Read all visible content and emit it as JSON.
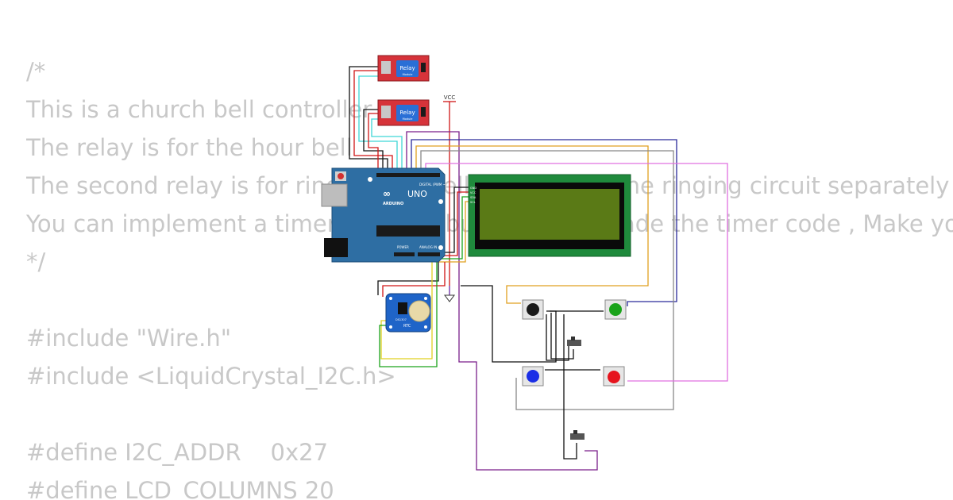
{
  "code": {
    "lines": [
      "/*",
      "This is a church bell controller",
      "The relay is for the hour bell",
      "The second relay is for ringing the bell. Implement the ringing circuit separately",
      "You can implement a timer function but I haven't made the timer code , Make your own",
      "*/",
      "",
      "#include \"Wire.h\"",
      "#include <LiquidCrystal_I2C.h>",
      "",
      "#define I2C_ADDR    0x27",
      "#define LCD_COLUMNS 20"
    ]
  },
  "diagram": {
    "relay_label": "Relay",
    "relay_sub": "Module",
    "vcc_label": "VCC",
    "arduino_model": "UNO",
    "arduino_brand": "ARDUINO",
    "digital_label": "DIGITAL (PWM ~)",
    "analog_label": "ANALOG IN",
    "power_label": "POWER",
    "rtc_label": "RTC",
    "rtc_chip": "DS1307",
    "lcd_pins": [
      "GND",
      "VCC",
      "SDA",
      "SCL"
    ],
    "colors": {
      "relay": "#d6333a",
      "arduino": "#2e6ea3",
      "lcd_board": "#1f8a3c",
      "lcd_screen": "#5a7a16",
      "rtc": "#1f64c8",
      "btn_black": "#1a1a1a",
      "btn_green": "#1aa31a",
      "btn_blue": "#1a2ee6",
      "btn_red": "#e6141e"
    }
  }
}
